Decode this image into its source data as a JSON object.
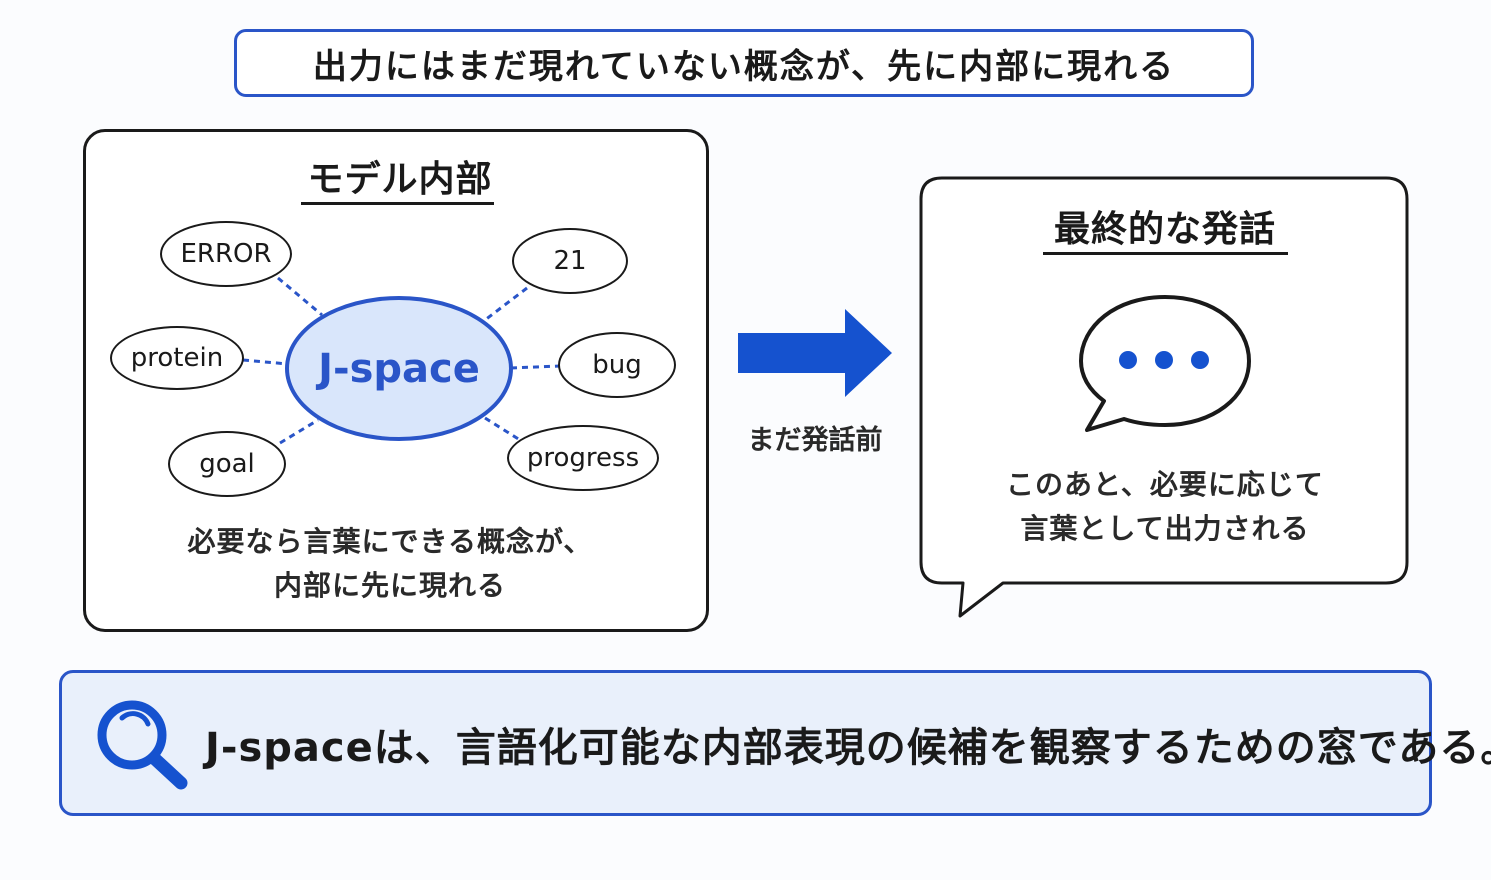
{
  "title": "出力にはまだ現れていない概念が、先に内部に現れる",
  "left_panel": {
    "heading": "モデル内部",
    "center_label": "J-space",
    "concepts": [
      "ERROR",
      "21",
      "protein",
      "bug",
      "goal",
      "progress"
    ],
    "caption_line1": "必要なら言葉にできる概念が、",
    "caption_line2": "内部に先に現れる"
  },
  "arrow": {
    "label": "まだ発話前"
  },
  "right_panel": {
    "heading": "最終的な発話",
    "caption_line1": "このあと、必要に応じて",
    "caption_line2": "言葉として出力される"
  },
  "footer": {
    "text": "J-spaceは、言語化可能な内部表現の候補を観察するための窓である。"
  },
  "colors": {
    "accent": "#2a55c8",
    "center_fill": "#d9e6fb",
    "footer_fill": "#e9f0fb",
    "outline": "#1a1a1a"
  },
  "icons": [
    "arrow-right-icon",
    "speech-bubble-icon",
    "ellipsis-icon",
    "magnifier-icon"
  ]
}
